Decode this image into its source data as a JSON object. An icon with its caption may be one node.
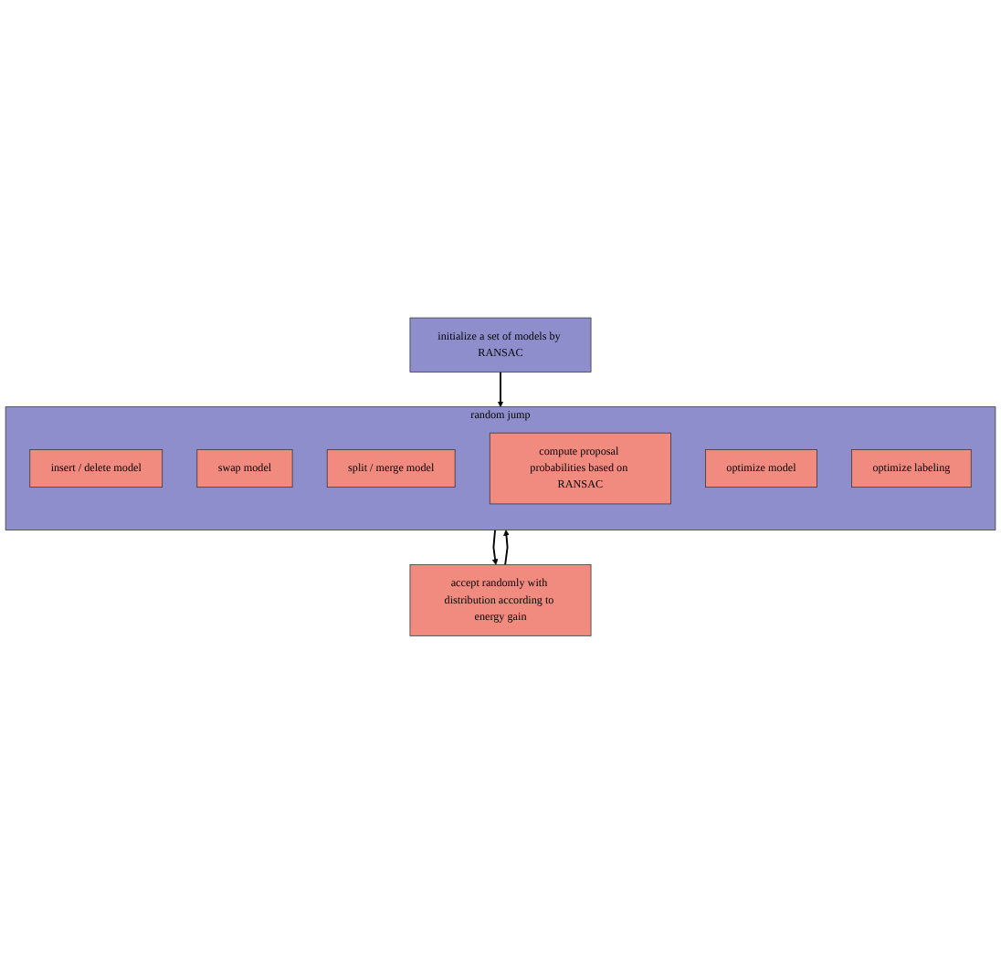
{
  "diagram": {
    "nodes": [
      {
        "text": [
          "initialize a set of models by RANSAC"
        ]
      },
      {
        "text": [
          "random jump"
        ]
      },
      {
        "text": [
          "insert / delete model"
        ],
        "in": 1
      },
      {
        "text": [
          "swap model"
        ],
        "in": 1
      },
      {
        "text": [
          "split / merge model"
        ],
        "in": 1
      },
      {
        "text": [
          "compute proposal probabilities based on RANSAC"
        ],
        "in": 1
      },
      {
        "text": [
          "optimize model"
        ],
        "in": 1
      },
      {
        "text": [
          "optimize labeling"
        ],
        "in": 1
      },
      {
        "text": [
          "accept randomly with distribution according to energy gain"
        ]
      }
    ],
    "edges": [
      {
        "from": 0,
        "to": 1,
        "arrow": "to"
      },
      {
        "from": 1,
        "to": 8,
        "arrow": "to"
      },
      {
        "from": 8,
        "to": 1,
        "arrow": "to"
      }
    ]
  }
}
